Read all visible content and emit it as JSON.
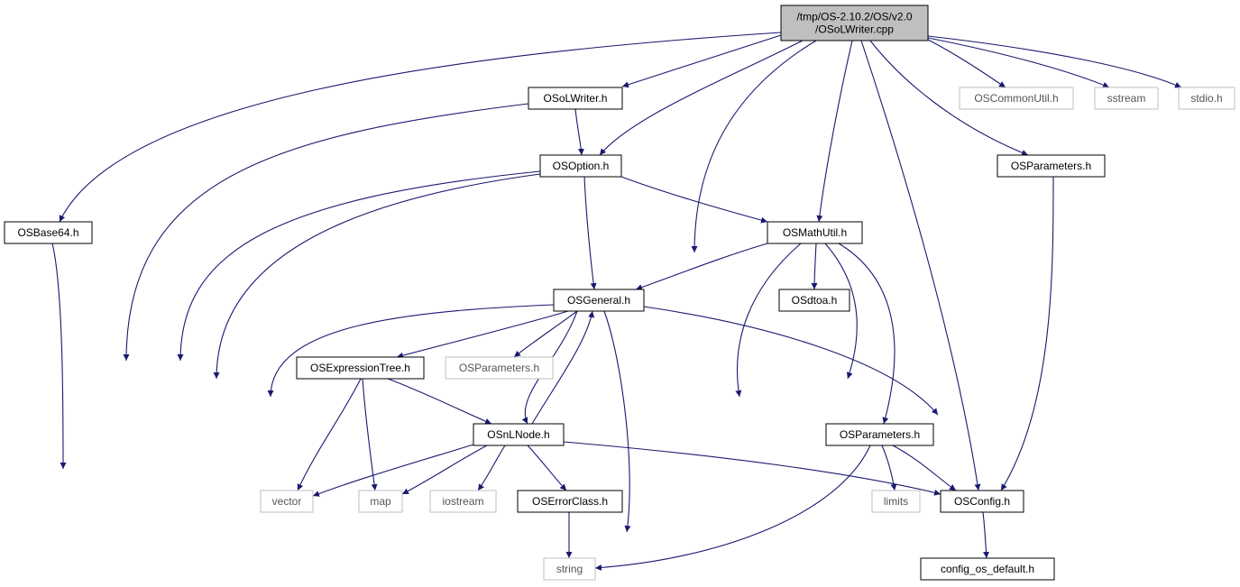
{
  "colors": {
    "edge": "#191970",
    "root_fill": "#bfbfbf",
    "node_border": "#000000",
    "external_border": "#bfbfbf",
    "external_text": "#555555"
  },
  "nodes": [
    {
      "id": "root",
      "lines": [
        "/tmp/OS-2.10.2/OS/v2.0",
        "/OSoLWriter.cpp"
      ],
      "kind": "root"
    },
    {
      "id": "osolwriter_h",
      "lines": [
        "OSoLWriter.h"
      ],
      "kind": "internal"
    },
    {
      "id": "oscommonutil_h",
      "lines": [
        "OSCommonUtil.h"
      ],
      "kind": "external"
    },
    {
      "id": "sstream",
      "lines": [
        "sstream"
      ],
      "kind": "external"
    },
    {
      "id": "stdio_h",
      "lines": [
        "stdio.h"
      ],
      "kind": "external"
    },
    {
      "id": "osoption_h",
      "lines": [
        "OSOption.h"
      ],
      "kind": "internal"
    },
    {
      "id": "osparameters_h_top",
      "lines": [
        "OSParameters.h"
      ],
      "kind": "internal"
    },
    {
      "id": "osbase64_h",
      "lines": [
        "OSBase64.h"
      ],
      "kind": "internal"
    },
    {
      "id": "osmathutil_h",
      "lines": [
        "OSMathUtil.h"
      ],
      "kind": "internal"
    },
    {
      "id": "osgeneral_h",
      "lines": [
        "OSGeneral.h"
      ],
      "kind": "internal"
    },
    {
      "id": "osdtoa_h",
      "lines": [
        "OSdtoa.h"
      ],
      "kind": "internal"
    },
    {
      "id": "osexpressiontree_h",
      "lines": [
        "OSExpressionTree.h"
      ],
      "kind": "internal"
    },
    {
      "id": "osparameters_h_mid",
      "lines": [
        "OSParameters.h"
      ],
      "kind": "external"
    },
    {
      "id": "osnlnode_h",
      "lines": [
        "OSnLNode.h"
      ],
      "kind": "internal"
    },
    {
      "id": "osparameters_h_low",
      "lines": [
        "OSParameters.h"
      ],
      "kind": "internal"
    },
    {
      "id": "vector",
      "lines": [
        "vector"
      ],
      "kind": "external"
    },
    {
      "id": "map",
      "lines": [
        "map"
      ],
      "kind": "external"
    },
    {
      "id": "iostream",
      "lines": [
        "iostream"
      ],
      "kind": "external"
    },
    {
      "id": "oserrorclass_h",
      "lines": [
        "OSErrorClass.h"
      ],
      "kind": "internal"
    },
    {
      "id": "limits",
      "lines": [
        "limits"
      ],
      "kind": "external"
    },
    {
      "id": "osconfig_h",
      "lines": [
        "OSConfig.h"
      ],
      "kind": "internal"
    },
    {
      "id": "string",
      "lines": [
        "string"
      ],
      "kind": "external"
    },
    {
      "id": "config_os_default_h",
      "lines": [
        "config_os_default.h"
      ],
      "kind": "internal"
    }
  ],
  "edges": [
    {
      "from": "root",
      "to": "osolwriter_h"
    },
    {
      "from": "root",
      "to": "oscommonutil_h"
    },
    {
      "from": "root",
      "to": "sstream"
    },
    {
      "from": "root",
      "to": "stdio_h"
    },
    {
      "from": "root",
      "to": "osoption_h"
    },
    {
      "from": "root",
      "to": "osparameters_h_top"
    },
    {
      "from": "root",
      "to": "osbase64_h"
    },
    {
      "from": "root",
      "to": "osmathutil_h"
    },
    {
      "from": "root",
      "to": "iostream"
    },
    {
      "from": "root",
      "to": "osconfig_h"
    },
    {
      "from": "osolwriter_h",
      "to": "osoption_h"
    },
    {
      "from": "osolwriter_h",
      "to": "string"
    },
    {
      "from": "osoption_h",
      "to": "osgeneral_h"
    },
    {
      "from": "osoption_h",
      "to": "osmathutil_h"
    },
    {
      "from": "osoption_h",
      "to": "vector"
    },
    {
      "from": "osoption_h",
      "to": "string"
    },
    {
      "from": "osparameters_h_top",
      "to": "osconfig_h"
    },
    {
      "from": "osbase64_h",
      "to": "string"
    },
    {
      "from": "osmathutil_h",
      "to": "osgeneral_h"
    },
    {
      "from": "osmathutil_h",
      "to": "osdtoa_h"
    },
    {
      "from": "osmathutil_h",
      "to": "osparameters_h_low"
    },
    {
      "from": "osmathutil_h",
      "to": "oserrorclass_h"
    },
    {
      "from": "osmathutil_h",
      "to": "string"
    },
    {
      "from": "osgeneral_h",
      "to": "osexpressiontree_h"
    },
    {
      "from": "osgeneral_h",
      "to": "osparameters_h_mid"
    },
    {
      "from": "osgeneral_h",
      "to": "osnlnode_h"
    },
    {
      "from": "osgeneral_h",
      "to": "vector"
    },
    {
      "from": "osgeneral_h",
      "to": "string"
    },
    {
      "from": "osgeneral_h",
      "to": "osconfig_h"
    },
    {
      "from": "osexpressiontree_h",
      "to": "osnlnode_h"
    },
    {
      "from": "osexpressiontree_h",
      "to": "vector"
    },
    {
      "from": "osexpressiontree_h",
      "to": "map"
    },
    {
      "from": "osnlnode_h",
      "to": "osgeneral_h"
    },
    {
      "from": "osnlnode_h",
      "to": "vector"
    },
    {
      "from": "osnlnode_h",
      "to": "map"
    },
    {
      "from": "osnlnode_h",
      "to": "iostream"
    },
    {
      "from": "osnlnode_h",
      "to": "oserrorclass_h"
    },
    {
      "from": "osnlnode_h",
      "to": "osconfig_h"
    },
    {
      "from": "osparameters_h_low",
      "to": "limits"
    },
    {
      "from": "osparameters_h_low",
      "to": "osconfig_h"
    },
    {
      "from": "osparameters_h_low",
      "to": "string"
    },
    {
      "from": "oserrorclass_h",
      "to": "string"
    },
    {
      "from": "osconfig_h",
      "to": "config_os_default_h"
    }
  ]
}
